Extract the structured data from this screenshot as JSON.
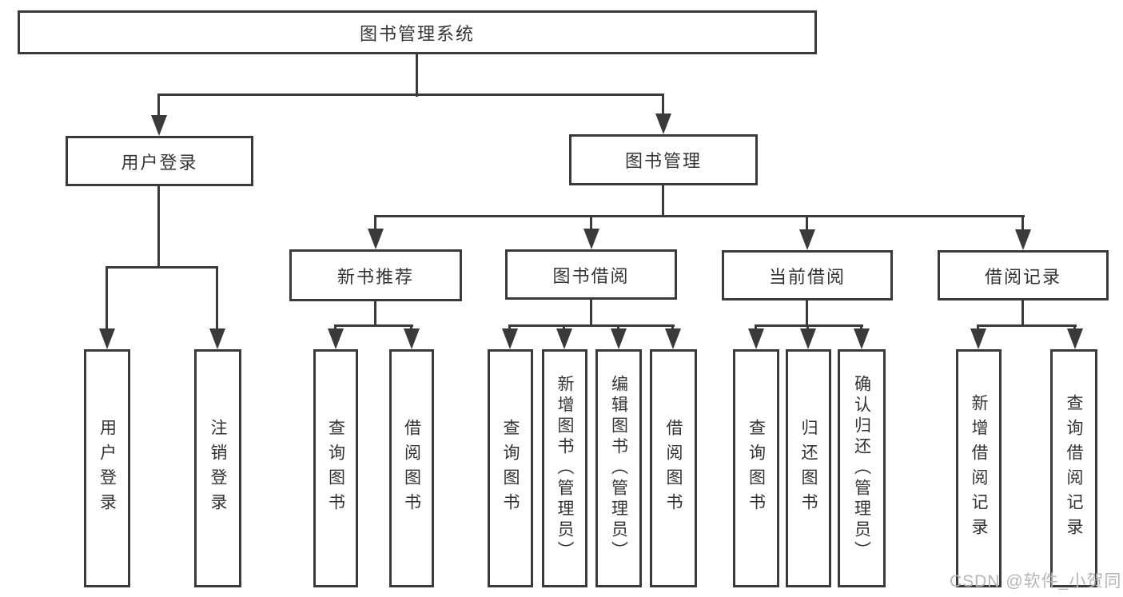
{
  "nodes": {
    "root": "图书管理系统",
    "user_login": "用户登录",
    "book_management": "图书管理",
    "login": "用户登录",
    "logout": "注销登录",
    "new_book_recommend": "新书推荐",
    "book_borrow": "图书借阅",
    "current_borrow": "当前借阅",
    "borrow_record": "借阅记录",
    "nb_query_book": "查询图书",
    "nb_borrow_book": "借阅图书",
    "bb_query_book": "查询图书",
    "bb_add_book": "新增图书（管理员）",
    "bb_edit_book": "编辑图书（管理员）",
    "bb_borrow_book": "借阅图书",
    "cb_query_book": "查询图书",
    "cb_return_book": "归还图书",
    "cb_confirm_return": "确认归还（管理员）",
    "br_add_record": "新增借阅记录",
    "br_query_record": "查询借阅记录"
  },
  "watermark": "CSDN @软件_小贺同学",
  "colors": {
    "line": "#3a3a3a",
    "text": "#333333",
    "watermark": "#b6b6b6",
    "background": "#ffffff"
  }
}
